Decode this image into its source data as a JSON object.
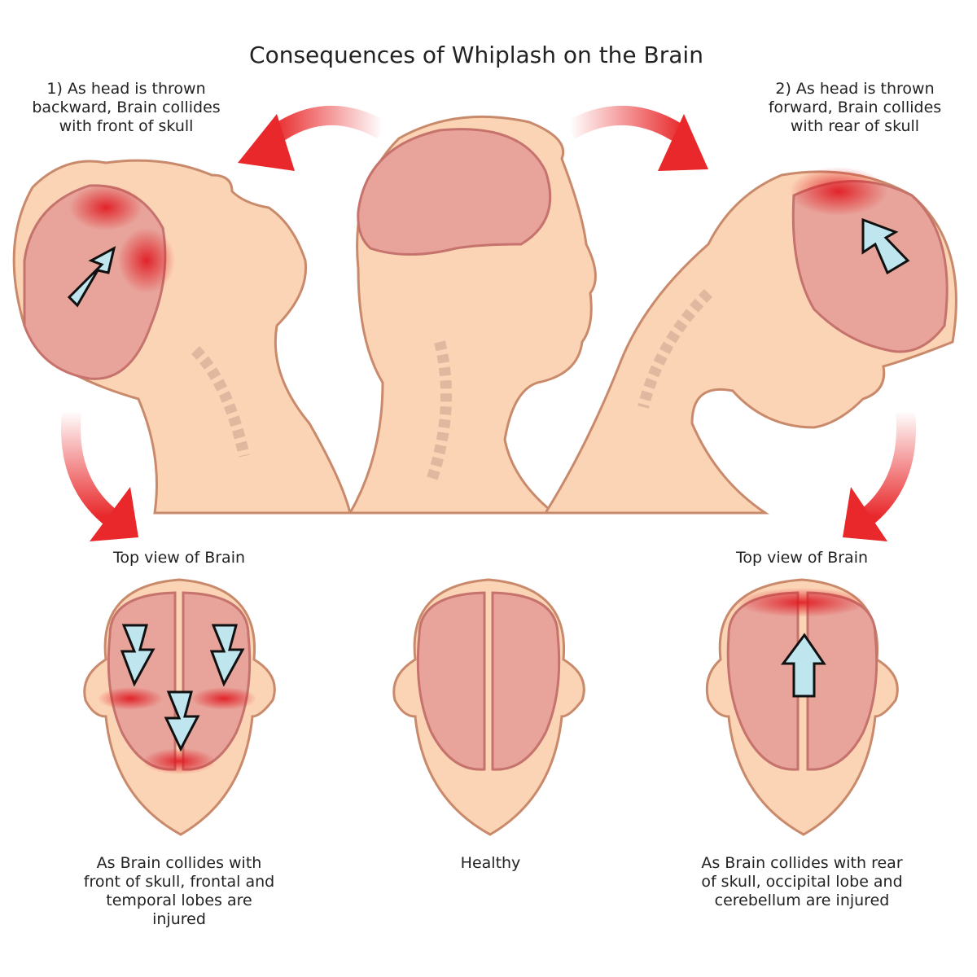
{
  "title": "Consequences of Whiplash on the Brain",
  "captions": {
    "step1": "1) As head is thrown backward, Brain collides with front of skull",
    "step2": "2) As head is thrown forward, Brain collides with rear of skull"
  },
  "top_views": {
    "left": "Top view of Brain",
    "right": "Top view of Brain"
  },
  "bottom_labels": {
    "left": "As Brain collides with front of skull, frontal and temporal lobes are injured",
    "middle": "Healthy",
    "right": "As Brain collides with rear of skull, occipital lobe and cerebellum are injured"
  },
  "colors": {
    "skin": "#fbd3b5",
    "skin_outline": "#c98a6c",
    "brain": "#e8a39a",
    "brain_dark": "#c5736c",
    "injury": "#e0161e",
    "arrow_red": "#e8282a",
    "impact_arrow": "#bfe6ef"
  }
}
